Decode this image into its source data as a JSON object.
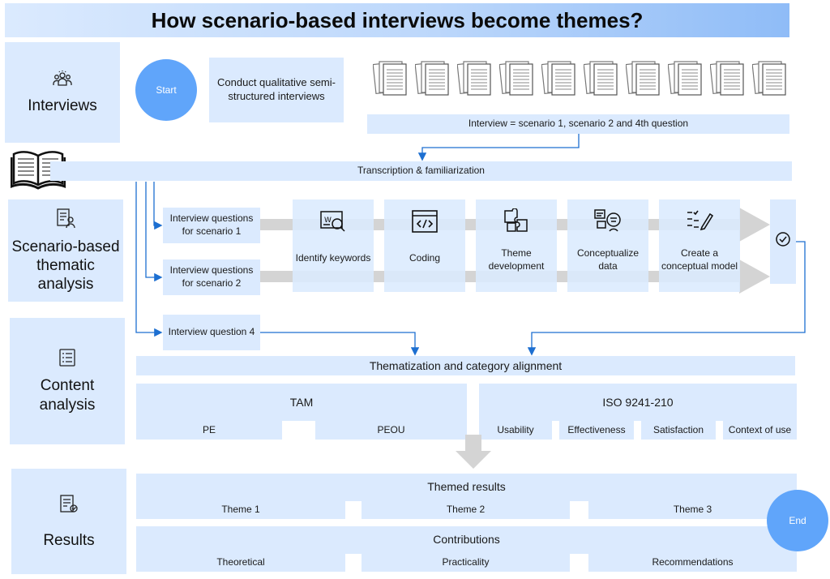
{
  "title": "How scenario-based interviews become themes?",
  "sections": {
    "interviews": "Interviews",
    "scenario": [
      "Scenario-based",
      "thematic",
      "analysis"
    ],
    "content": [
      "Content",
      "analysis"
    ],
    "results": "Results"
  },
  "start_label": "Start",
  "end_label": "End",
  "conduct": "Conduct qualitative semi-structured interviews",
  "interview_eq": "Interview = scenario 1, scenario 2 and 4th question",
  "transcription": "Transcription & familiarization",
  "questions": {
    "s1": "Interview questions for scenario 1",
    "s2": "Interview questions for scenario 2",
    "q4": "Interview question 4"
  },
  "steps": [
    {
      "label": "Identify keywords",
      "icon": "keyword-search-icon"
    },
    {
      "label": "Coding",
      "icon": "code-icon"
    },
    {
      "label": "Theme development",
      "icon": "puzzle-icon"
    },
    {
      "label": "Conceptualize data",
      "icon": "thinking-head-icon"
    },
    {
      "label": "Create a conceptual model",
      "icon": "edit-checklist-icon"
    }
  ],
  "thematization": "Thematization and category alignment",
  "tam": {
    "title": "TAM",
    "items": [
      "PE",
      "PEOU"
    ]
  },
  "iso": {
    "title": "ISO 9241-210",
    "items": [
      "Usability",
      "Effectiveness",
      "Satisfaction",
      "Context of use"
    ]
  },
  "themed_results": {
    "title": "Themed results",
    "items": [
      "Theme 1",
      "Theme 2",
      "Theme 3"
    ]
  },
  "contributions": {
    "title": "Contributions",
    "items": [
      "Theoretical",
      "Practicality",
      "Recommendations"
    ]
  },
  "colors": {
    "box": "#dbeafe",
    "accent": "#60a5fa",
    "line": "#1d6fd1",
    "arrow": "#d4d4d4"
  }
}
